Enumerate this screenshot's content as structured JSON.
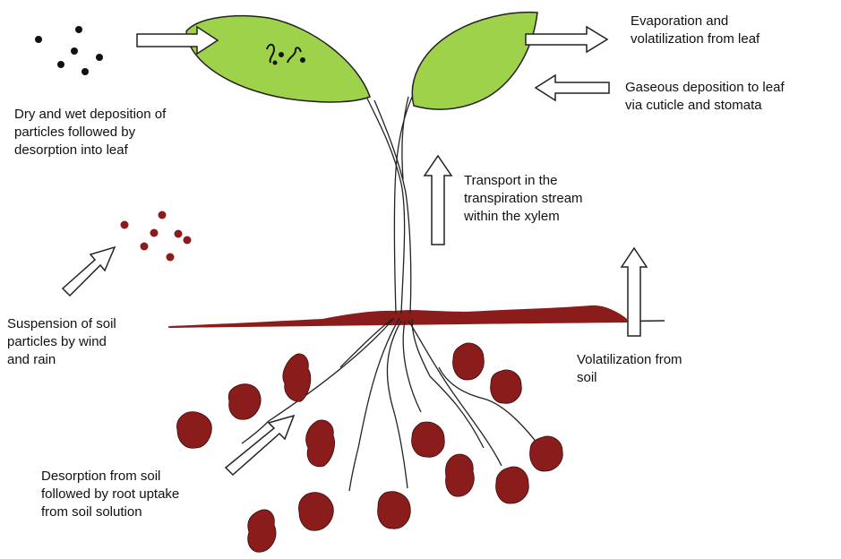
{
  "labels": {
    "dry_wet": [
      "Dry and wet deposition of",
      "particles followed by",
      "desorption into leaf"
    ],
    "evaporation": [
      "Evaporation and",
      "volatilization from leaf"
    ],
    "gaseous": [
      "Gaseous deposition to leaf",
      "via cuticle and stomata"
    ],
    "transport": [
      "Transport in the",
      "transpiration stream",
      "within the xylem"
    ],
    "suspension": [
      "Suspension of soil",
      "particles by wind",
      "and rain"
    ],
    "volatilization_soil": [
      "Volatilization from",
      "soil"
    ],
    "desorption_soil": [
      "Desorption from soil",
      "followed by root uptake",
      "from soil solution"
    ]
  },
  "colors": {
    "leaf_fill": "#9ed24a",
    "soil": "#8b1c1c",
    "particle_dark": "#111111",
    "particle_soil": "#8b1c1c",
    "outline": "#222222"
  }
}
